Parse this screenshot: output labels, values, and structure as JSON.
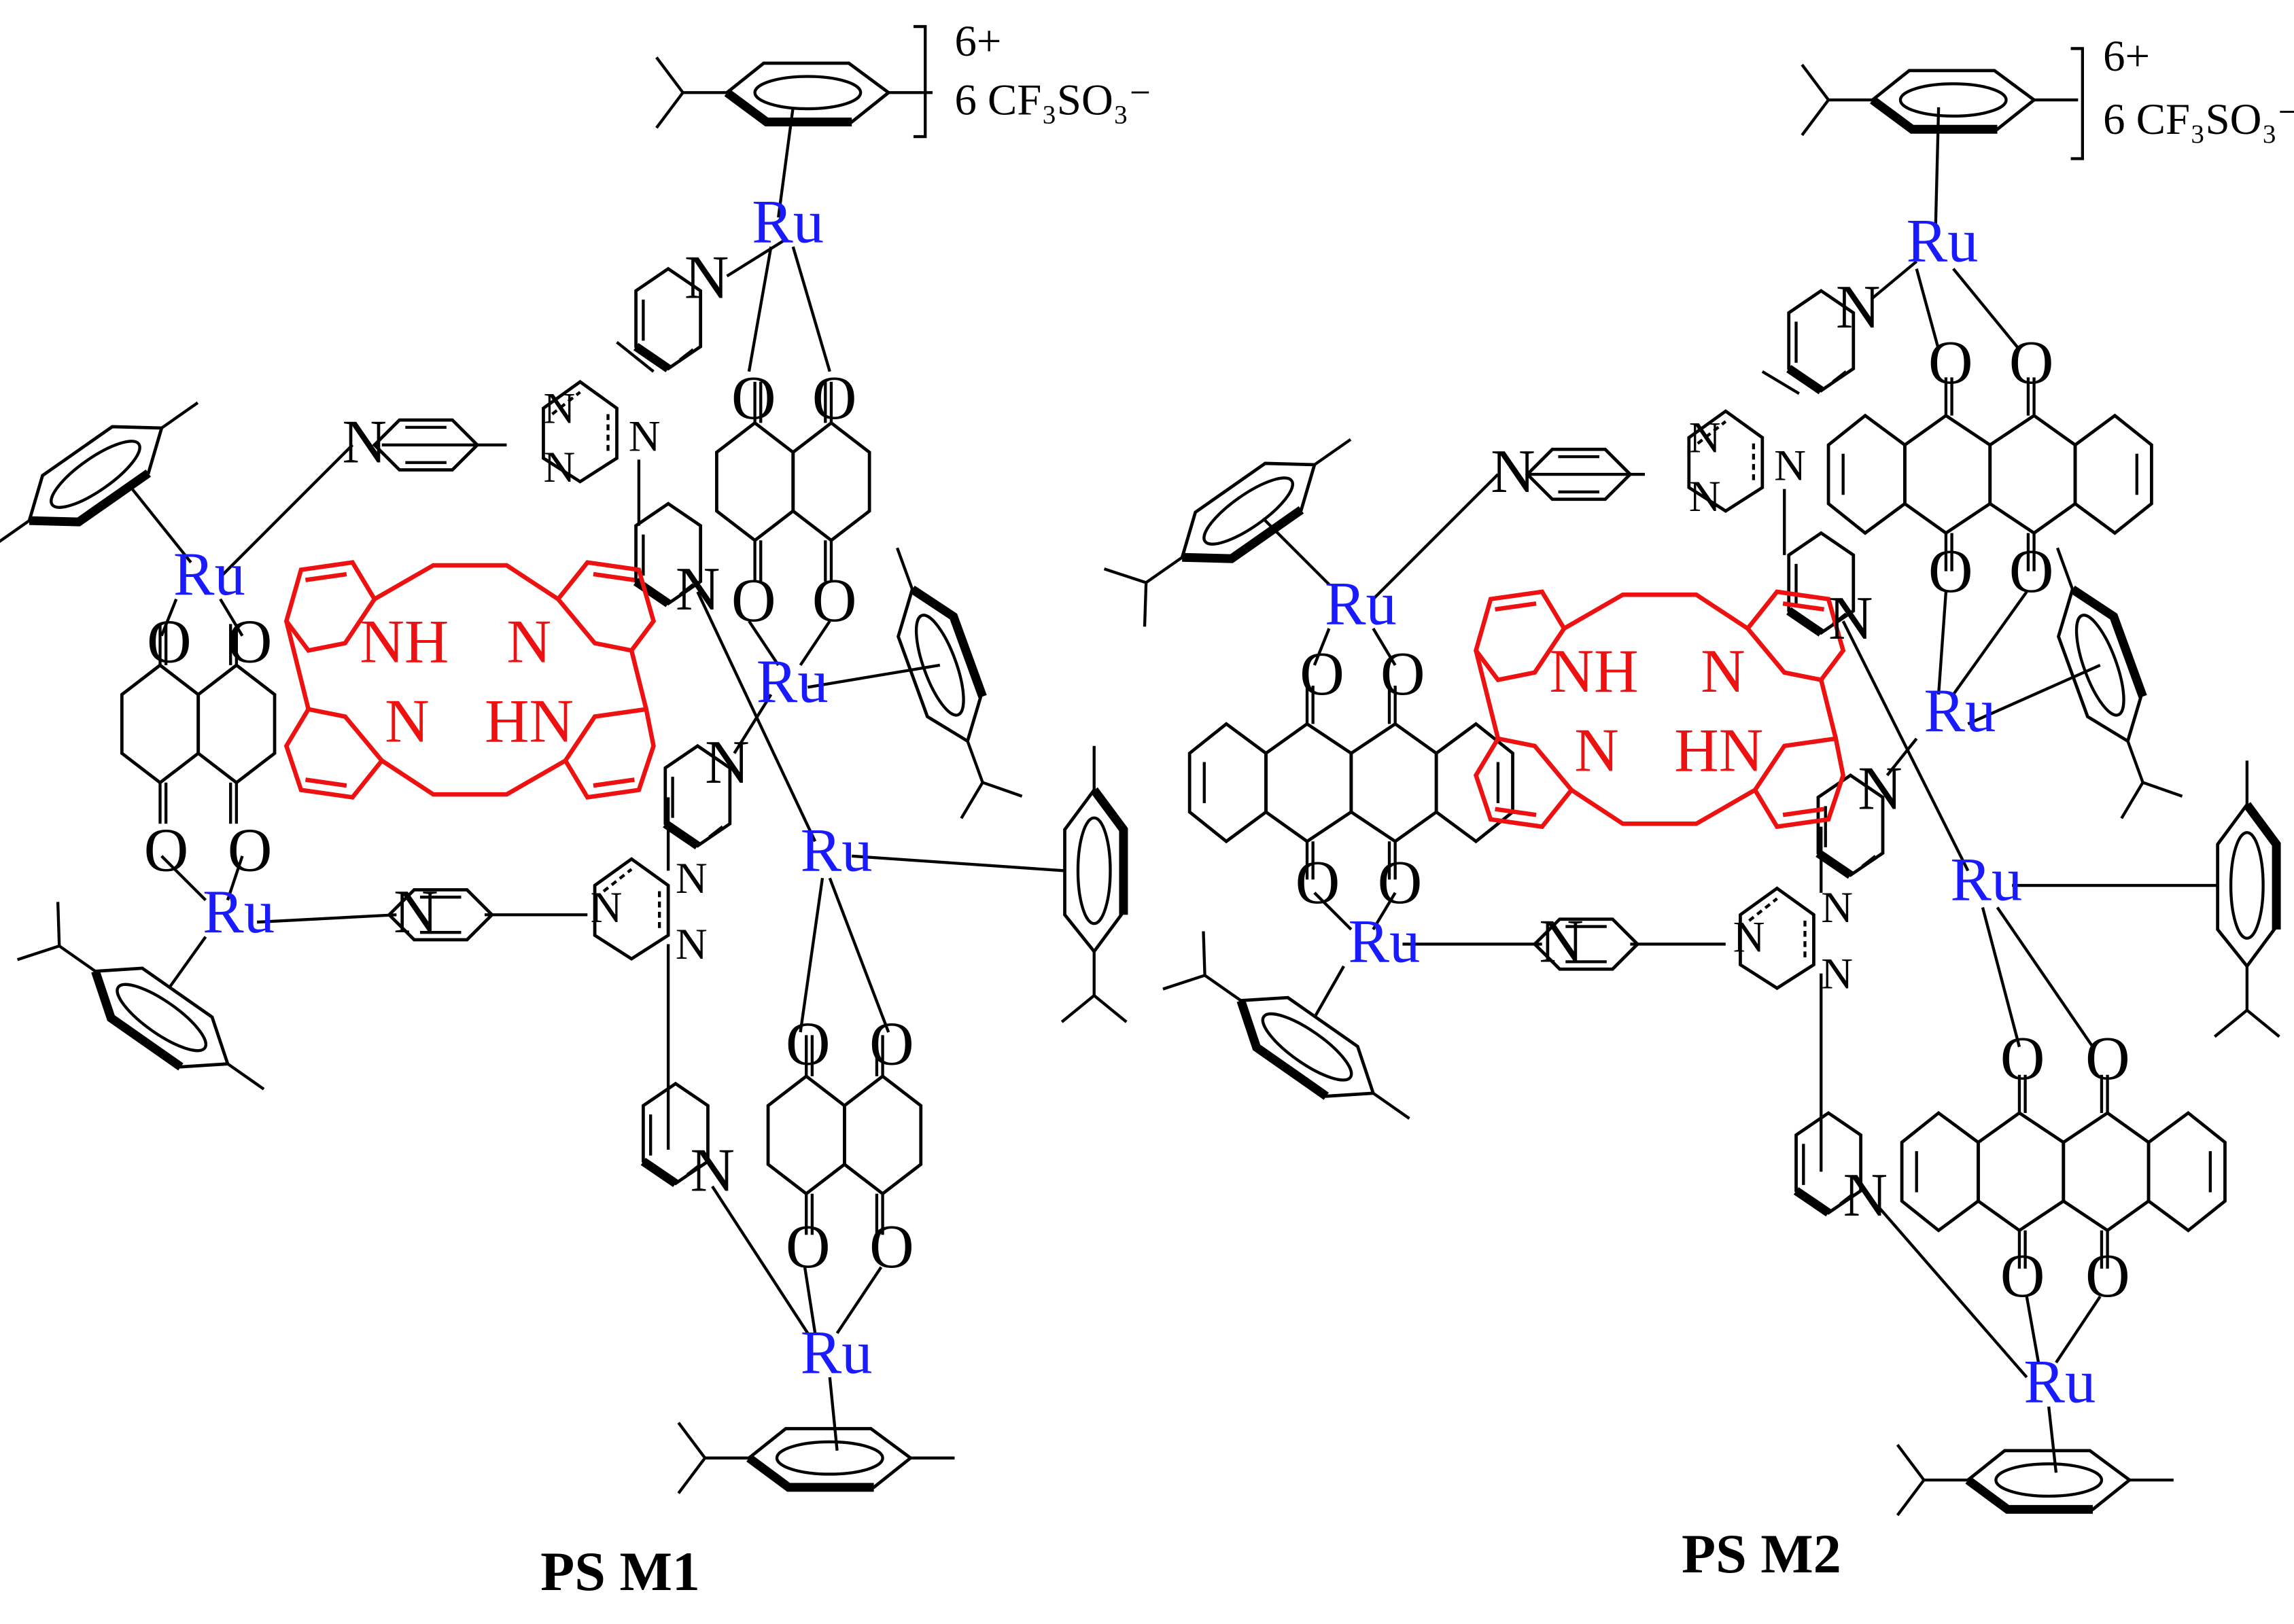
{
  "labels": {
    "metal": "Ru",
    "nitrogen": "N",
    "oxygen": "O",
    "nh": "NH",
    "hn": "HN",
    "charge": "6+",
    "counter_ion": "6 CF₃SO₃⁻"
  },
  "molecules": [
    {
      "caption": "PS M1",
      "quinone": "naphthoquinone"
    },
    {
      "caption": "PS M2",
      "quinone": "anthraquinone"
    }
  ],
  "colors": {
    "bond": "#000000",
    "metal": "#1a1aff",
    "porphyrin": "#ee1111"
  }
}
